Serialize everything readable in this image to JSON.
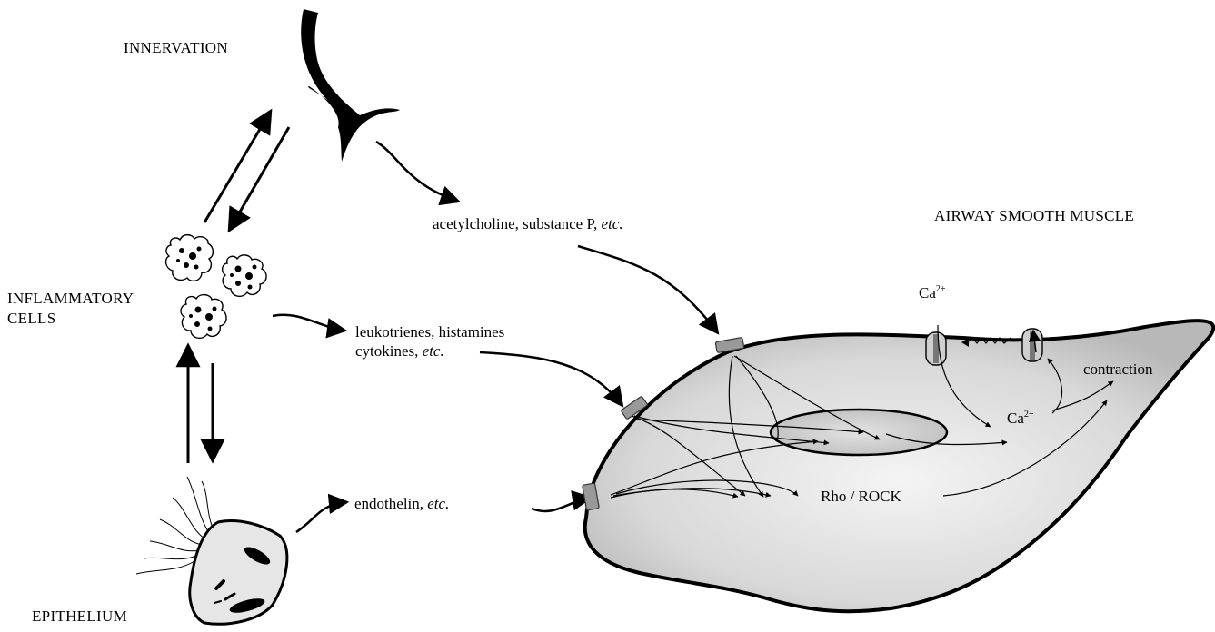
{
  "labels": {
    "innervation": "INNERVATION",
    "inflammatory_line1": "INFLAMMATORY",
    "inflammatory_line2": "CELLS",
    "epithelium": "EPITHELIUM",
    "airway_smooth_muscle": "AIRWAY SMOOTH MUSCLE"
  },
  "mediators": {
    "neural": {
      "text": "acetylcholine, substance P, ",
      "etc": "etc."
    },
    "inflammatory_line1": "leukotrienes, histamines",
    "inflammatory_line2": {
      "text": "cytokines, ",
      "etc": "etc."
    },
    "epithelial": {
      "text": "endothelin, ",
      "etc": "etc."
    }
  },
  "cell": {
    "ca_outside": {
      "base": "Ca",
      "sup": "2+"
    },
    "ca_inside": {
      "base": "Ca",
      "sup": "2+"
    },
    "contraction": "contraction",
    "rho_rock": "Rho / ROCK"
  }
}
